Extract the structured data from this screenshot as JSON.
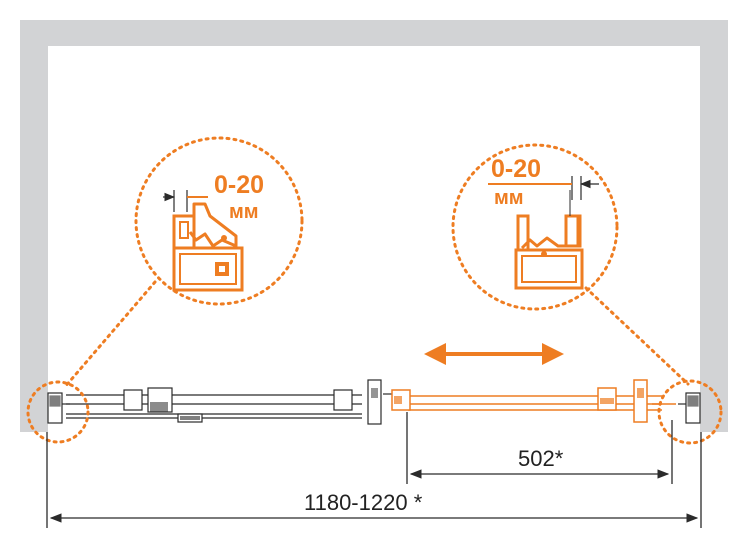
{
  "diagram": {
    "colors": {
      "wall": "#d2d3d5",
      "accent": "#ee7d22",
      "line": "#2b2b2b",
      "background": "#ffffff"
    },
    "left_callout": {
      "range": "0-20",
      "unit": "мм"
    },
    "right_callout": {
      "range": "0-20",
      "unit": "мм"
    },
    "dimensions": {
      "door_width": "502*",
      "total_width": "1180-1220 *"
    },
    "movement_arrow": "double-arrow-icon"
  }
}
